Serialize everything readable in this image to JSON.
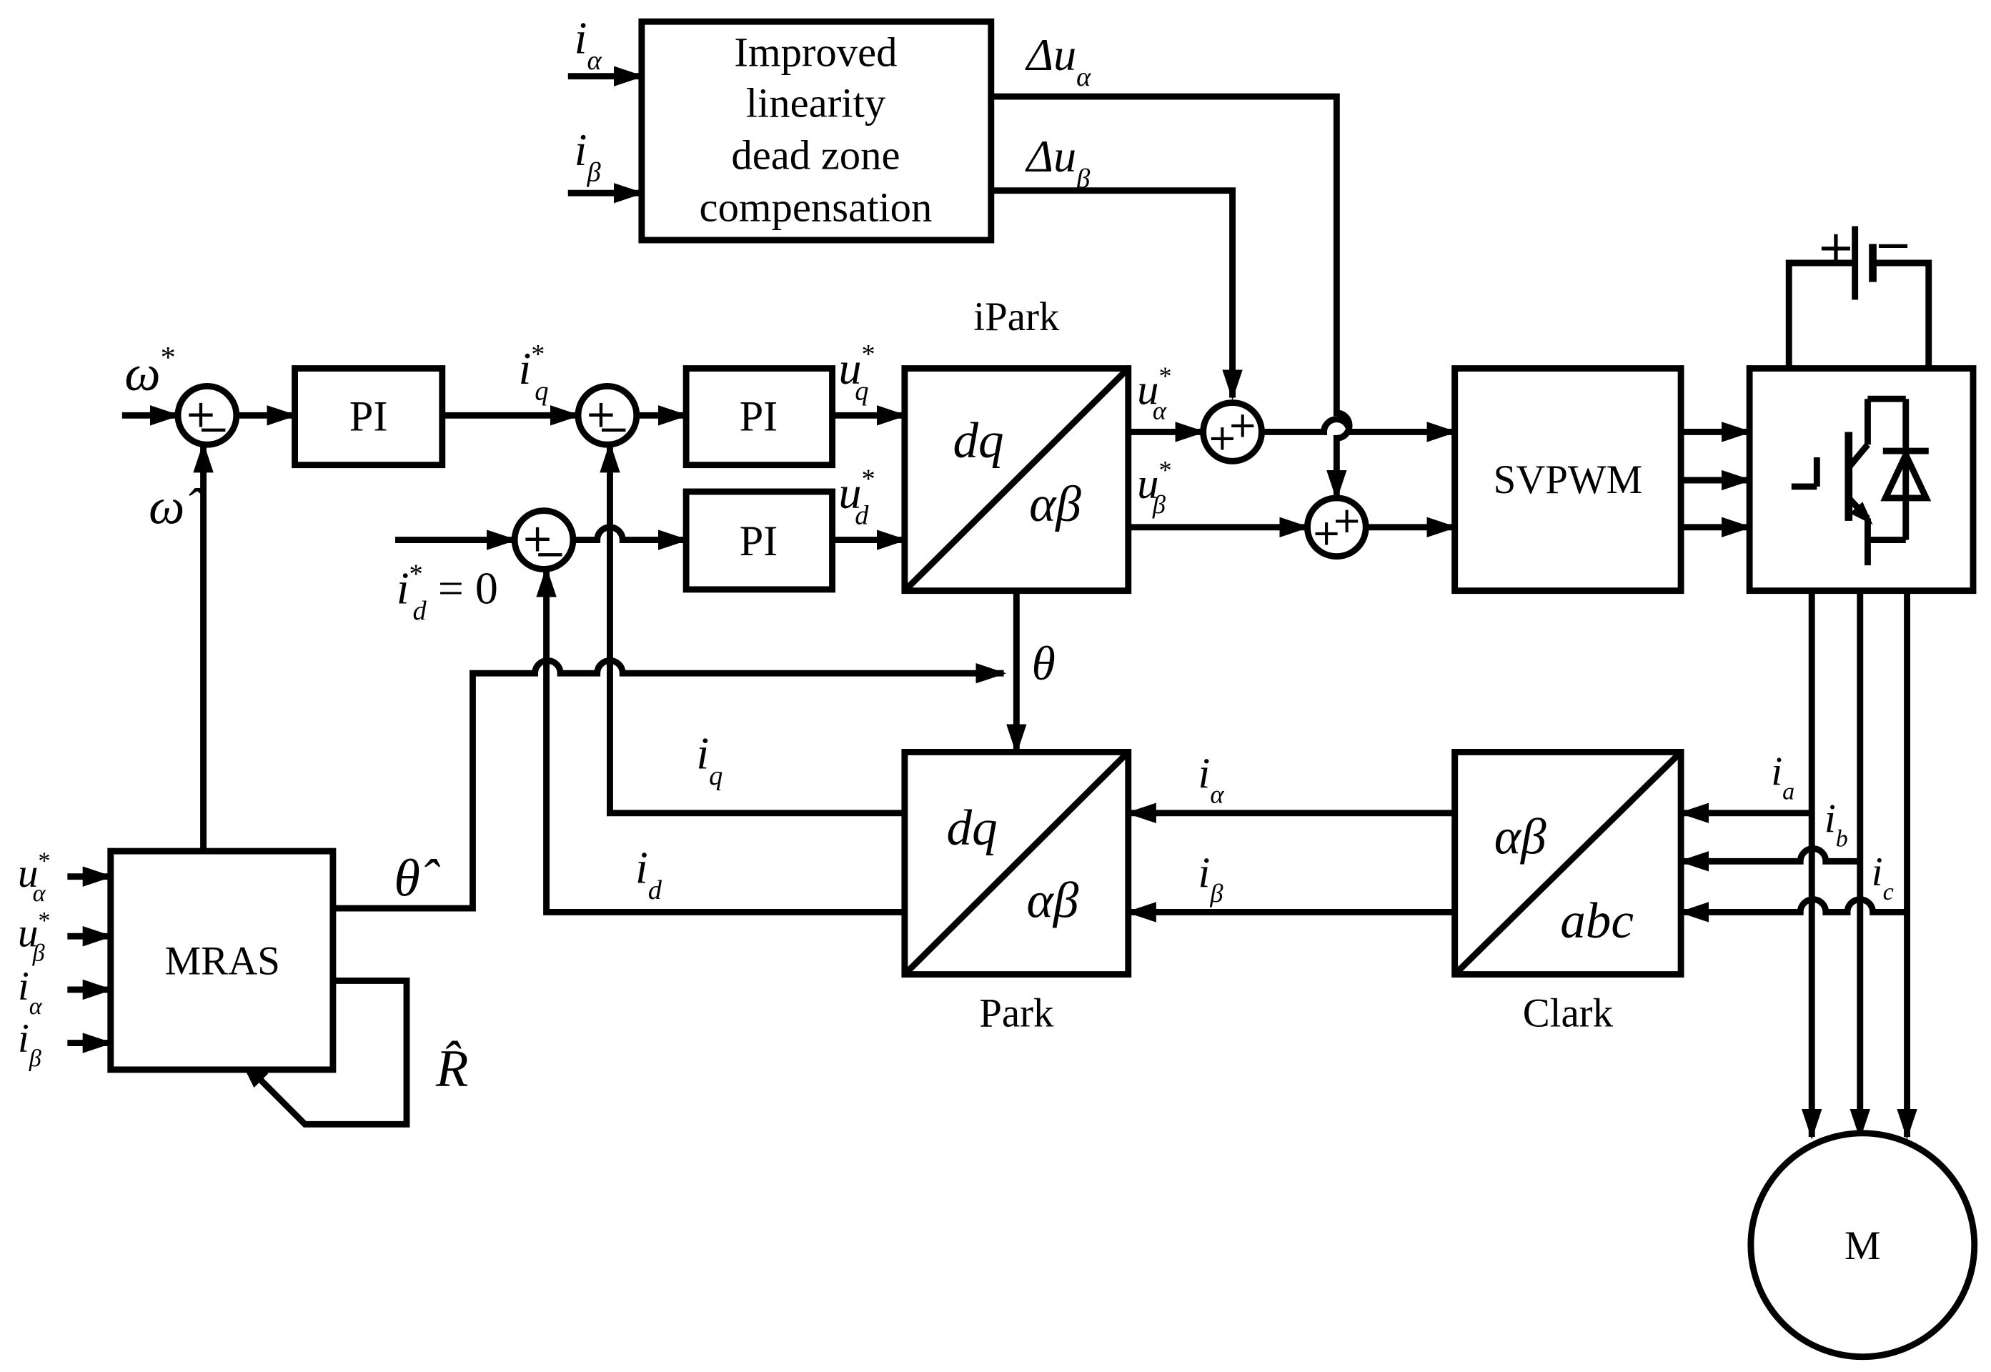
{
  "blocks": {
    "dead_zone": [
      "Improved",
      "linearity",
      "dead zone",
      "compensation"
    ],
    "pi_speed": "PI",
    "pi_q": "PI",
    "pi_d": "PI",
    "ipark_title": "iPark",
    "ipark_top": "dq",
    "ipark_bottom": "αβ",
    "svpwm": "SVPWM",
    "park_top": "dq",
    "park_bottom": "αβ",
    "park_title": "Park",
    "clark_top": "αβ",
    "clark_bottom": "abc",
    "clark_title": "Clark",
    "mras": "MRAS",
    "motor": "M"
  },
  "signals": {
    "i_alpha_in": {
      "base": "i",
      "sub": "α"
    },
    "i_beta_in": {
      "base": "i",
      "sub": "β"
    },
    "delta_u_alpha": {
      "base": "Δu",
      "sub": "α"
    },
    "delta_u_beta": {
      "base": "Δu",
      "sub": "β"
    },
    "omega_ref": {
      "base": "ω",
      "sup": "*"
    },
    "omega_hat": "ω̂",
    "iq_ref": {
      "base": "i",
      "sub": "q",
      "sup": "*"
    },
    "id_ref": {
      "base": "i",
      "sub": "d",
      "sup": "*",
      "tail": " = 0"
    },
    "uq_ref": {
      "base": "u",
      "sub": "q",
      "sup": "*"
    },
    "ud_ref": {
      "base": "u",
      "sub": "d",
      "sup": "*"
    },
    "u_alpha_ref": {
      "base": "u",
      "sub": "α",
      "sup": "*"
    },
    "u_beta_ref": {
      "base": "u",
      "sub": "β",
      "sup": "*"
    },
    "theta": "θ",
    "iq_fb": {
      "base": "i",
      "sub": "q"
    },
    "id_fb": {
      "base": "i",
      "sub": "d"
    },
    "i_alpha_fb": {
      "base": "i",
      "sub": "α"
    },
    "i_beta_fb": {
      "base": "i",
      "sub": "β"
    },
    "ia": {
      "base": "i",
      "sub": "a"
    },
    "ib": {
      "base": "i",
      "sub": "b"
    },
    "ic": {
      "base": "i",
      "sub": "c"
    },
    "theta_hat": "θ̂",
    "r_hat": "R̂",
    "mras_u_alpha": {
      "base": "u",
      "sub": "α",
      "sup": "*"
    },
    "mras_u_beta": {
      "base": "u",
      "sub": "β",
      "sup": "*"
    },
    "mras_i_alpha": {
      "base": "i",
      "sub": "α"
    },
    "mras_i_beta": {
      "base": "i",
      "sub": "β"
    }
  },
  "sum_signs": {
    "plus": "+",
    "minus": "−",
    "battery_plus": "+",
    "battery_minus": "−"
  }
}
